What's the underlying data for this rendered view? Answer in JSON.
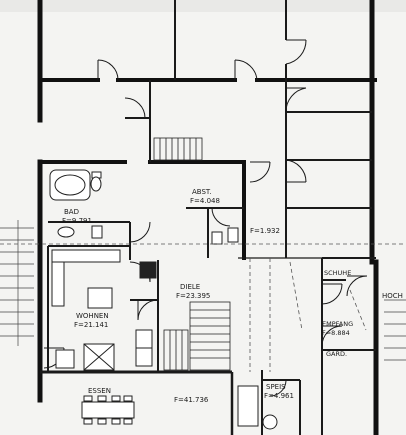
{
  "rooms": {
    "bad": {
      "name": "BAD",
      "area": "F=9.791"
    },
    "abst": {
      "name": "ABST.",
      "area": "F=4.048"
    },
    "small": {
      "area": "F=1.932"
    },
    "diele": {
      "name": "DIELE",
      "area": "F=23.395"
    },
    "wohnen": {
      "name": "WOHNEN",
      "area": "F=21.141"
    },
    "essen": {
      "name": "ESSEN",
      "area": "F=41.736"
    },
    "speis": {
      "name": "SPEIS",
      "area": "F=4.961"
    },
    "schuhe": {
      "name": "SCHUHE"
    },
    "empfang": {
      "name": "EMPFANG",
      "area": "F=8.884"
    },
    "gard": {
      "name": "GARD."
    },
    "hoch": {
      "name": "HOCH"
    }
  }
}
